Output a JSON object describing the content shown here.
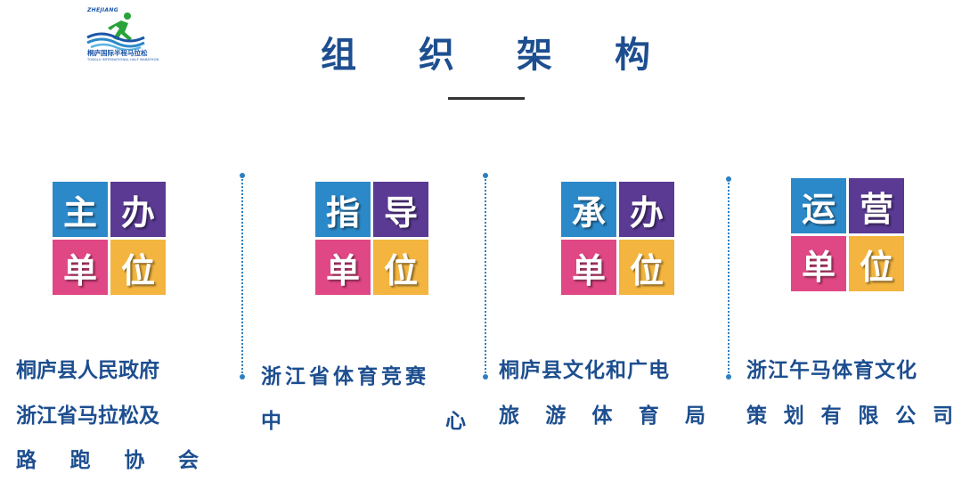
{
  "logo": {
    "en": "ZHEJIANG",
    "cn": "桐庐国际半程马拉松",
    "sub": "TONGLU INTERNATIONAL HALF MARATHON"
  },
  "title": [
    "组",
    "织",
    "架",
    "构"
  ],
  "colors": {
    "blue": "#2c89c9",
    "purple": "#5a3a93",
    "pink": "#e04785",
    "gold": "#f3b53f",
    "text": "#1d4e8f",
    "accent_dot": "#2d7fc0"
  },
  "units": [
    {
      "tiles": [
        "主",
        "办",
        "单",
        "位"
      ],
      "lines": [
        [
          "桐庐县人民政府"
        ],
        [
          "浙江省马拉松及"
        ],
        [
          "路",
          "跑",
          "协",
          "会"
        ]
      ]
    },
    {
      "tiles": [
        "指",
        "导",
        "单",
        "位"
      ],
      "lines": [
        [
          "浙江省体育竞赛"
        ],
        [
          "中",
          "心"
        ]
      ]
    },
    {
      "tiles": [
        "承",
        "办",
        "单",
        "位"
      ],
      "lines": [
        [
          "桐庐县文化和广电"
        ],
        [
          "旅",
          "游",
          "体",
          "育",
          "局"
        ]
      ]
    },
    {
      "tiles": [
        "运",
        "营",
        "单",
        "位"
      ],
      "lines": [
        [
          "浙江午马体育文化"
        ],
        [
          "策",
          "划",
          "有",
          "限",
          "公",
          "司"
        ]
      ]
    }
  ]
}
